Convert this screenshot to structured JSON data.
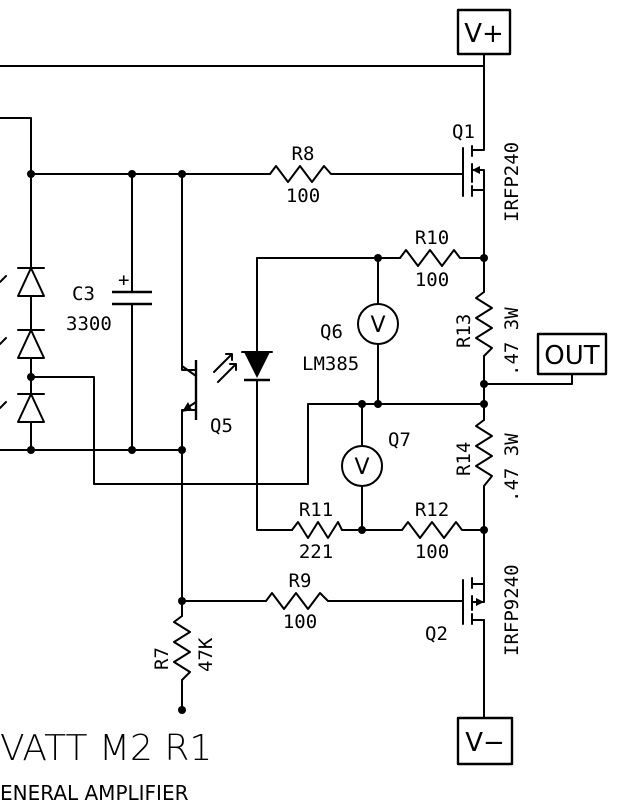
{
  "ports": {
    "vplus": "V+",
    "out": "OUT",
    "vminus": "V−"
  },
  "components": {
    "q1": {
      "ref": "Q1",
      "value": "IRFP240"
    },
    "q2": {
      "ref": "Q2",
      "value": "IRFP9240"
    },
    "q5": {
      "ref": "Q5"
    },
    "q6": {
      "ref": "Q6",
      "value": "LM385"
    },
    "q7": {
      "ref": "Q7"
    },
    "r7": {
      "ref": "R7",
      "value": "47K"
    },
    "r8": {
      "ref": "R8",
      "value": "100"
    },
    "r9": {
      "ref": "R9",
      "value": "100"
    },
    "r10": {
      "ref": "R10",
      "value": "100"
    },
    "r11": {
      "ref": "R11",
      "value": "221"
    },
    "r12": {
      "ref": "R12",
      "value": "100"
    },
    "r13": {
      "ref": "R13",
      "value": ".47 3W"
    },
    "r14": {
      "ref": "R14",
      "value": ".47 3W"
    },
    "c3": {
      "ref": "C3",
      "value": "3300",
      "polarity": "+"
    },
    "meter_symbol": "V"
  },
  "title_block": {
    "title": "VATT M2 R1",
    "subtitle": "ENERAL AMPLIFIER"
  }
}
